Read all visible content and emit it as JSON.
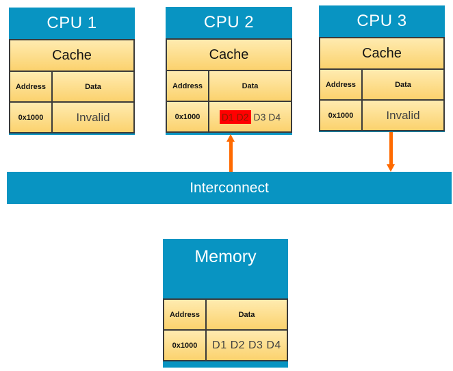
{
  "colors": {
    "blue": "#0894C2",
    "yellow_top": "#FFEBB0",
    "yellow_bottom": "#FBD26E",
    "border": "#3A3A3A",
    "orange": "#FF6A00",
    "highlight_red": "#FF0000",
    "highlight_text": "#8B1A00",
    "muted_text": "#404040"
  },
  "cpus": [
    {
      "title": "CPU 1",
      "cache_label": "Cache",
      "col_address": "Address",
      "col_data": "Data",
      "row": {
        "address": "0x1000",
        "data": "Invalid"
      }
    },
    {
      "title": "CPU 2",
      "cache_label": "Cache",
      "col_address": "Address",
      "col_data": "Data",
      "row": {
        "address": "0x1000",
        "data_highlight": "D1 D2",
        "data_rest": "D3 D4"
      }
    },
    {
      "title": "CPU 3",
      "cache_label": "Cache",
      "col_address": "Address",
      "col_data": "Data",
      "row": {
        "address": "0x1000",
        "data": "Invalid"
      }
    }
  ],
  "interconnect": {
    "label": "Interconnect"
  },
  "memory": {
    "title": "Memory",
    "col_address": "Address",
    "col_data": "Data",
    "row": {
      "address": "0x1000",
      "data": "D1 D2 D3 D4"
    }
  }
}
